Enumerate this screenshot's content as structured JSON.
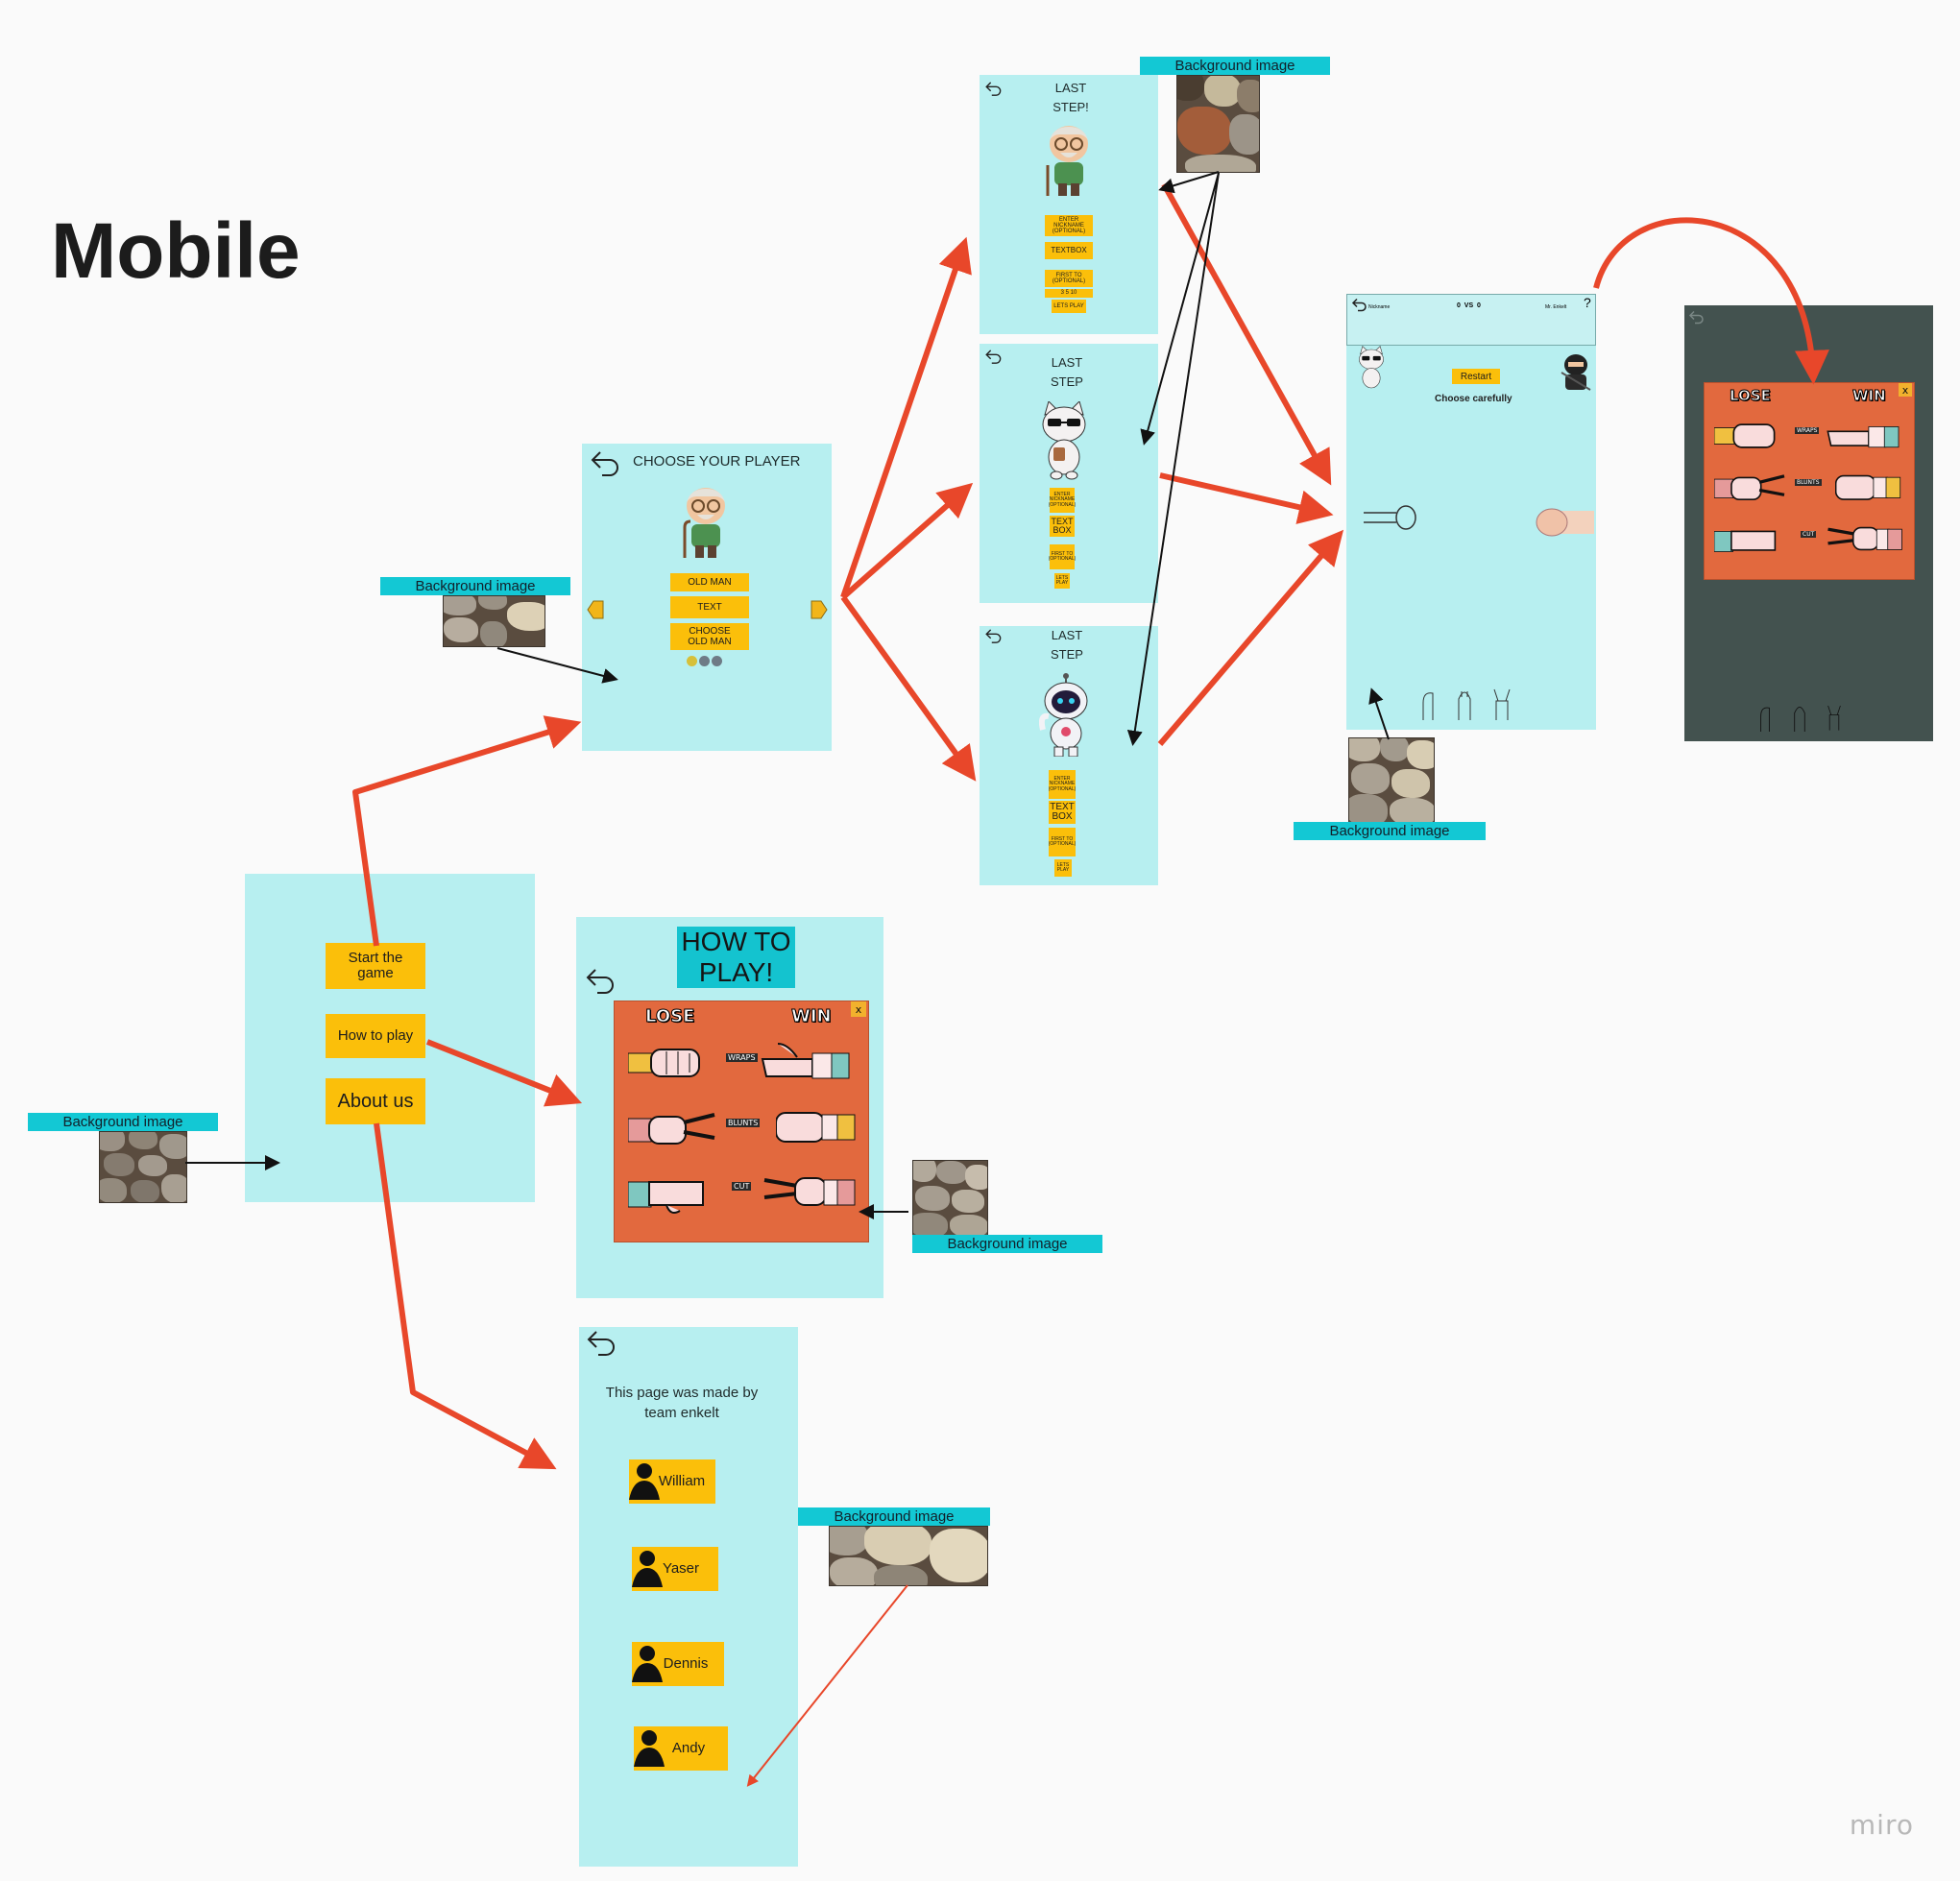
{
  "page_title": "Mobile",
  "watermark": "miro",
  "colors": {
    "frame": "#b7eff0",
    "button": "#fbbf0a",
    "tag": "#13c8d4",
    "flow_arrow": "#e8472a",
    "connector": "#111111",
    "rules_panel": "#e2693e"
  },
  "tags": {
    "background_image": "Background image"
  },
  "start_screen": {
    "buttons": [
      "Start the game",
      "How to play",
      "About us"
    ]
  },
  "choose_player": {
    "title": "CHOOSE YOUR PLAYER",
    "buttons": [
      "OLD MAN",
      "TEXT",
      "CHOOSE OLD MAN"
    ]
  },
  "last_step_1": {
    "title": "LAST STEP!",
    "buttons": [
      "ENTER NICKNAME (OPTIONAL)",
      "TEXTBOX",
      "FIRST TO (OPTIONAL)",
      "3 5 10",
      "LETS PLAY"
    ]
  },
  "last_step_2": {
    "title": "LAST STEP",
    "buttons": [
      "ENTER NICKNAME (OPTIONAL)",
      "TEXT BOX",
      "FIRST TO (OPTIONAL)",
      "LETS PLAY"
    ]
  },
  "last_step_3": {
    "title": "LAST STEP",
    "buttons": [
      "ENTER NICKNAME (OPTIONAL)",
      "TEXT BOX",
      "FIRST TO (OPTIONAL)",
      "LETS PLAY"
    ]
  },
  "how_to_play": {
    "title": "HOW TO PLAY!"
  },
  "rules": {
    "lose": "LOSE",
    "win": "WIN",
    "close": "x",
    "rows": [
      {
        "loser": "ROCK",
        "verb": "WRAPS",
        "winner": "PAPER"
      },
      {
        "loser": "SCISSORS",
        "verb": "BLUNTS",
        "winner": "ROCK"
      },
      {
        "loser": "PAPER",
        "verb": "CUT",
        "winner": "SCISSORS"
      }
    ]
  },
  "about": {
    "text": "This page was made by team enkelt",
    "members": [
      "William",
      "Yaser",
      "Dennis",
      "Andy"
    ]
  },
  "game": {
    "left_name": "Nickname",
    "score": "0  VS  0",
    "right_name": "Mr. Enkelt",
    "help": "?",
    "restart": "Restart",
    "prompt": "Choose carefully"
  }
}
